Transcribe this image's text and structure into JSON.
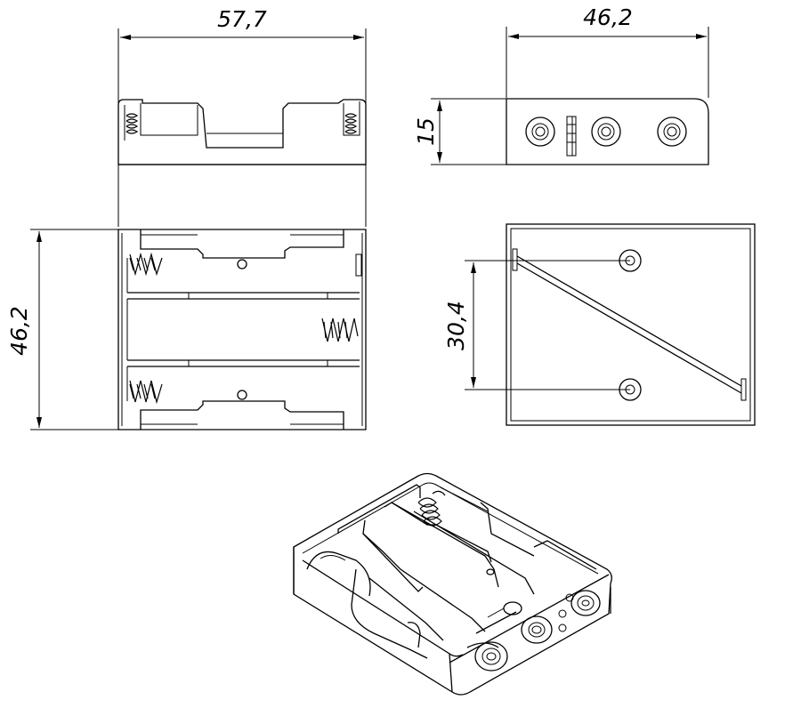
{
  "dimensions": {
    "top_width": "57,7",
    "side_width": "46,2",
    "side_height": "15",
    "top_height": "46,2",
    "contact_spacing": "30,4"
  },
  "colors": {
    "line": "#000000",
    "background": "#ffffff"
  }
}
